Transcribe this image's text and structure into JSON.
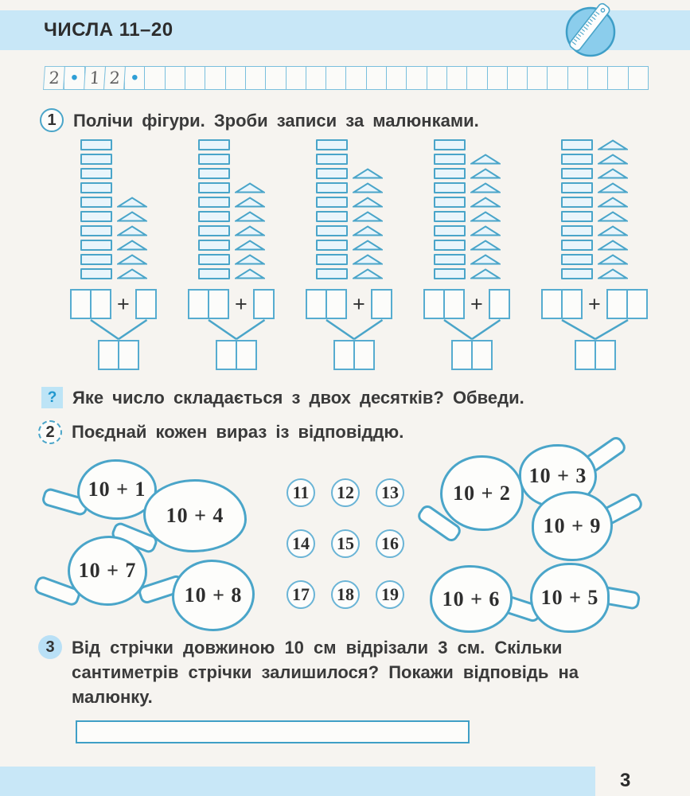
{
  "page": {
    "page_number": "3"
  },
  "colors": {
    "accent_blue": "#4aa5c9",
    "bar_blue": "#c8e7f7",
    "shape_fill": "#e9f5fb",
    "marker_fill": "#bde4f6",
    "text": "#3a3a3a"
  },
  "header": {
    "title": "ЧИСЛА 11–20",
    "icon": "ruler-icon"
  },
  "practice_row": {
    "cells": [
      "2",
      "•",
      "1",
      "2",
      "•",
      "",
      "",
      "",
      "",
      "",
      "",
      "",
      "",
      "",
      "",
      "",
      "",
      "",
      "",
      "",
      "",
      "",
      "",
      "",
      "",
      "",
      "",
      "",
      "",
      ""
    ]
  },
  "task1": {
    "number": "1",
    "text": "Полічи фігури. Зроби записи за малюнками.",
    "groups": [
      {
        "rectangles": 10,
        "triangles": 6,
        "addend_boxes": 1,
        "sum_boxes": 2
      },
      {
        "rectangles": 10,
        "triangles": 7,
        "addend_boxes": 1,
        "sum_boxes": 2
      },
      {
        "rectangles": 10,
        "triangles": 8,
        "addend_boxes": 1,
        "sum_boxes": 2
      },
      {
        "rectangles": 10,
        "triangles": 9,
        "addend_boxes": 1,
        "sum_boxes": 2
      },
      {
        "rectangles": 10,
        "triangles": 10,
        "addend_boxes": 2,
        "sum_boxes": 2
      }
    ],
    "plus_sign": "+"
  },
  "question": {
    "marker": "?",
    "text": "Яке число складається з двох десятків? Обведи."
  },
  "task2": {
    "number": "2",
    "text": "Поєднай кожен вираз із відповіддю.",
    "paddles": [
      {
        "label": "10 + 1"
      },
      {
        "label": "10 + 4"
      },
      {
        "label": "10 + 7"
      },
      {
        "label": "10 + 8"
      },
      {
        "label": "10 + 2"
      },
      {
        "label": "10 + 3"
      },
      {
        "label": "10 + 9"
      },
      {
        "label": "10 + 6"
      },
      {
        "label": "10 + 5"
      }
    ],
    "answers": [
      "11",
      "12",
      "13",
      "14",
      "15",
      "16",
      "17",
      "18",
      "19"
    ]
  },
  "task3": {
    "number": "3",
    "text": "Від стрічки довжиною 10 см відрізали 3 см. Скільки сантиметрів стрічки залишилося? Покажи відповідь на малюнку."
  }
}
